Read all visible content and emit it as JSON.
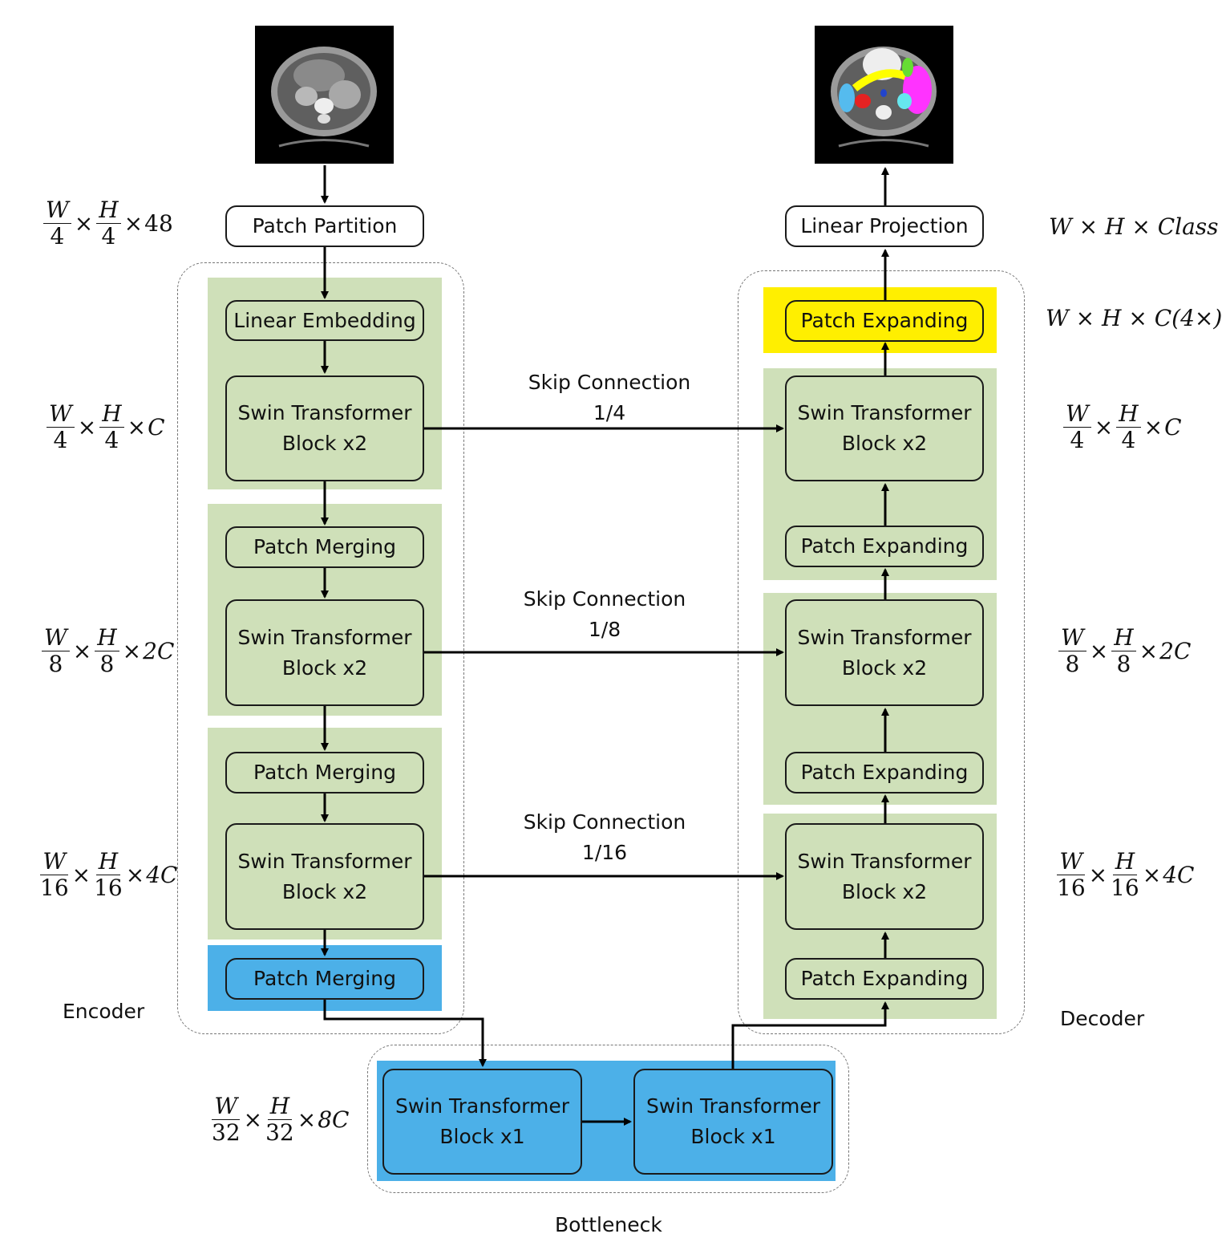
{
  "input_image": "CT scan",
  "output_image": "segmented CT scan",
  "encoder": {
    "label": "Encoder",
    "patch_partition": "Patch Partition",
    "linear_embedding": "Linear Embedding",
    "swin_block_1": "Swin Transformer\nBlock x2",
    "patch_merging_1": "Patch Merging",
    "swin_block_2": "Swin Transformer\nBlock x2",
    "patch_merging_2": "Patch Merging",
    "swin_block_3": "Swin Transformer\nBlock x2",
    "patch_merging_3": "Patch Merging"
  },
  "bottleneck": {
    "label": "Bottleneck",
    "block_1": "Swin Transformer\nBlock x1",
    "block_2": "Swin Transformer\nBlock x1"
  },
  "decoder": {
    "label": "Decoder",
    "linear_projection": "Linear Projection",
    "patch_expanding_top": "Patch Expanding",
    "swin_block_1": "Swin Transformer\nBlock x2",
    "patch_expanding_1": "Patch Expanding",
    "swin_block_2": "Swin Transformer\nBlock x2",
    "patch_expanding_2": "Patch Expanding",
    "swin_block_3": "Swin Transformer\nBlock x2",
    "patch_expanding_3": "Patch Expanding"
  },
  "skip_connections": [
    {
      "title": "Skip Connection",
      "ratio": "1/4"
    },
    {
      "title": "Skip Connection",
      "ratio": "1/8"
    },
    {
      "title": "Skip Connection",
      "ratio": "1/16"
    }
  ],
  "dims": {
    "w": "W",
    "h": "H",
    "times": "×",
    "left_1": {
      "den": "4",
      "ch": "48"
    },
    "left_2": {
      "den": "4",
      "ch": "C"
    },
    "left_3": {
      "den": "8",
      "ch": "2C"
    },
    "left_4": {
      "den": "16",
      "ch": "4C"
    },
    "bottleneck": {
      "den": "32",
      "ch": "8C"
    },
    "right_1": "W × H × Class",
    "right_2": "W × H × C(4×)",
    "right_3": {
      "den": "4",
      "ch": "C"
    },
    "right_4": {
      "den": "8",
      "ch": "2C"
    },
    "right_5": {
      "den": "16",
      "ch": "4C"
    }
  },
  "colors": {
    "green": "#cfe0b9",
    "yellow": "#ffef00",
    "blue": "#4cb0e8"
  }
}
